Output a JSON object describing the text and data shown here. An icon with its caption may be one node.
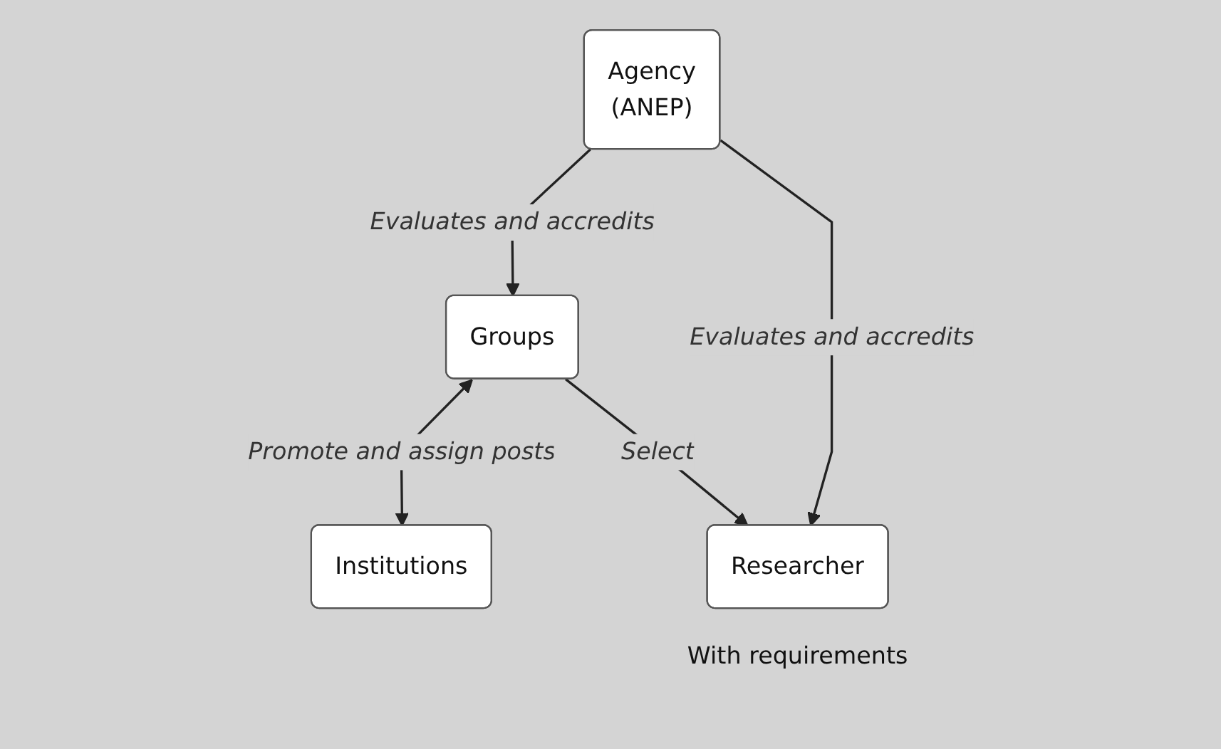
{
  "diagram": {
    "nodes": [
      {
        "text": [
          "Groups"
        ]
      },
      {
        "text": [
          "Institutions"
        ]
      },
      {
        "text": [
          "Agency",
          "(ANEP)"
        ]
      },
      {
        "text": [
          "Researcher"
        ],
        "beside": [
          "With requirements"
        ]
      }
    ],
    "edges": [
      {
        "from": 0,
        "to": 1,
        "arrow": "both",
        "label": "Promote and assign posts"
      },
      {
        "from": 0,
        "to": 3,
        "arrow": "to",
        "label": "Select"
      },
      {
        "from": 2,
        "to": 0,
        "arrow": "to",
        "label": "Evaluates and accredits"
      },
      {
        "from": 2,
        "to": 3,
        "arrow": "to",
        "label": "Evaluates and accredits"
      }
    ]
  }
}
